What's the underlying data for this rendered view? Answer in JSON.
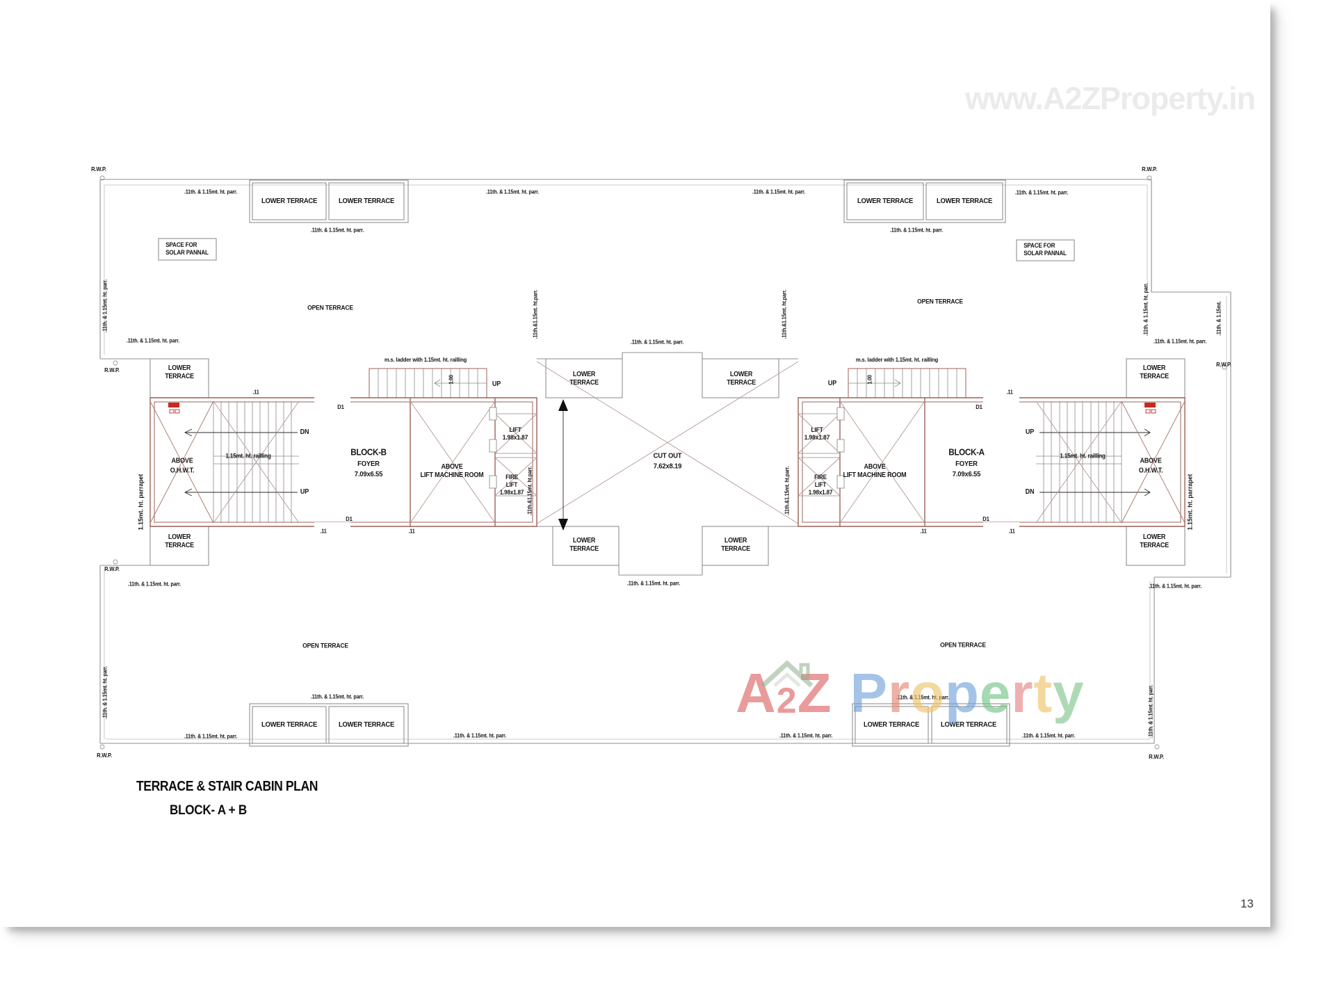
{
  "page": {
    "number": "13"
  },
  "title": {
    "line1": "TERRACE & STAIR CABIN PLAN",
    "line2": "BLOCK- A + B"
  },
  "watermark": {
    "corner": "www.A2ZProperty.in",
    "a2z": [
      {
        "ch": "A",
        "color": "#dd5f5f",
        "size": 80
      },
      {
        "ch": "2",
        "color": "#dd5f5f",
        "size": 52
      },
      {
        "ch": "Z",
        "color": "#dd5f5f",
        "size": 80
      }
    ],
    "property": [
      {
        "ch": "P",
        "color": "#6f9fd8",
        "size": 80
      },
      {
        "ch": "r",
        "color": "#e4826f",
        "size": 80
      },
      {
        "ch": "o",
        "color": "#eec364",
        "size": 80
      },
      {
        "ch": "p",
        "color": "#6f9fd8",
        "size": 80
      },
      {
        "ch": "e",
        "color": "#6fc382",
        "size": 80
      },
      {
        "ch": "r",
        "color": "#e48080",
        "size": 80
      },
      {
        "ch": "t",
        "color": "#eec364",
        "size": 80
      },
      {
        "ch": "y",
        "color": "#7cc488",
        "size": 80
      }
    ]
  },
  "labels": {
    "lower_terrace_1": "LOWER TERRACE",
    "lower_terrace_2": "LOWER\nTERRACE",
    "open_terrace": "OPEN TERRACE",
    "parr": ".11th. & 1.15mt. ht. parr.",
    "parr_tight": ".11th.&1.15mt. ht.parr.",
    "parr_short": ".11th. & 1.15mt.",
    "rwp": "R.W.P.",
    "solar": "SPACE FOR\nSOLAR PANNAL",
    "ladder": "m.s. ladder with 1.15mt. ht. railling",
    "railing": "1.15mt. ht. railling",
    "parapet": "1.15mt. ht. parrapet",
    "above_ohwt": "ABOVE\nO.H.W.T.",
    "above_lmr": "ABOVE\nLIFT MACHINE ROOM",
    "lift": "LIFT\n1.98x1.87",
    "fire_lift": "FIRE\nLIFT\n1.98x1.87",
    "cut_out": "CUT OUT\n7.62x8.19",
    "block_b": "BLOCK-B",
    "block_a": "BLOCK-A",
    "foyer": "FOYER",
    "foyer_size": "7.09x6.55",
    "up": "UP",
    "dn": "DN",
    "d1": "D1",
    "dim_11": ".11",
    "dim_100": "1.00"
  },
  "colors": {
    "wall_red": "#9c6057",
    "line_gray": "#8f8f8f",
    "symbol_red": "#c8281e",
    "watermark_gray": "#ebebeb"
  }
}
